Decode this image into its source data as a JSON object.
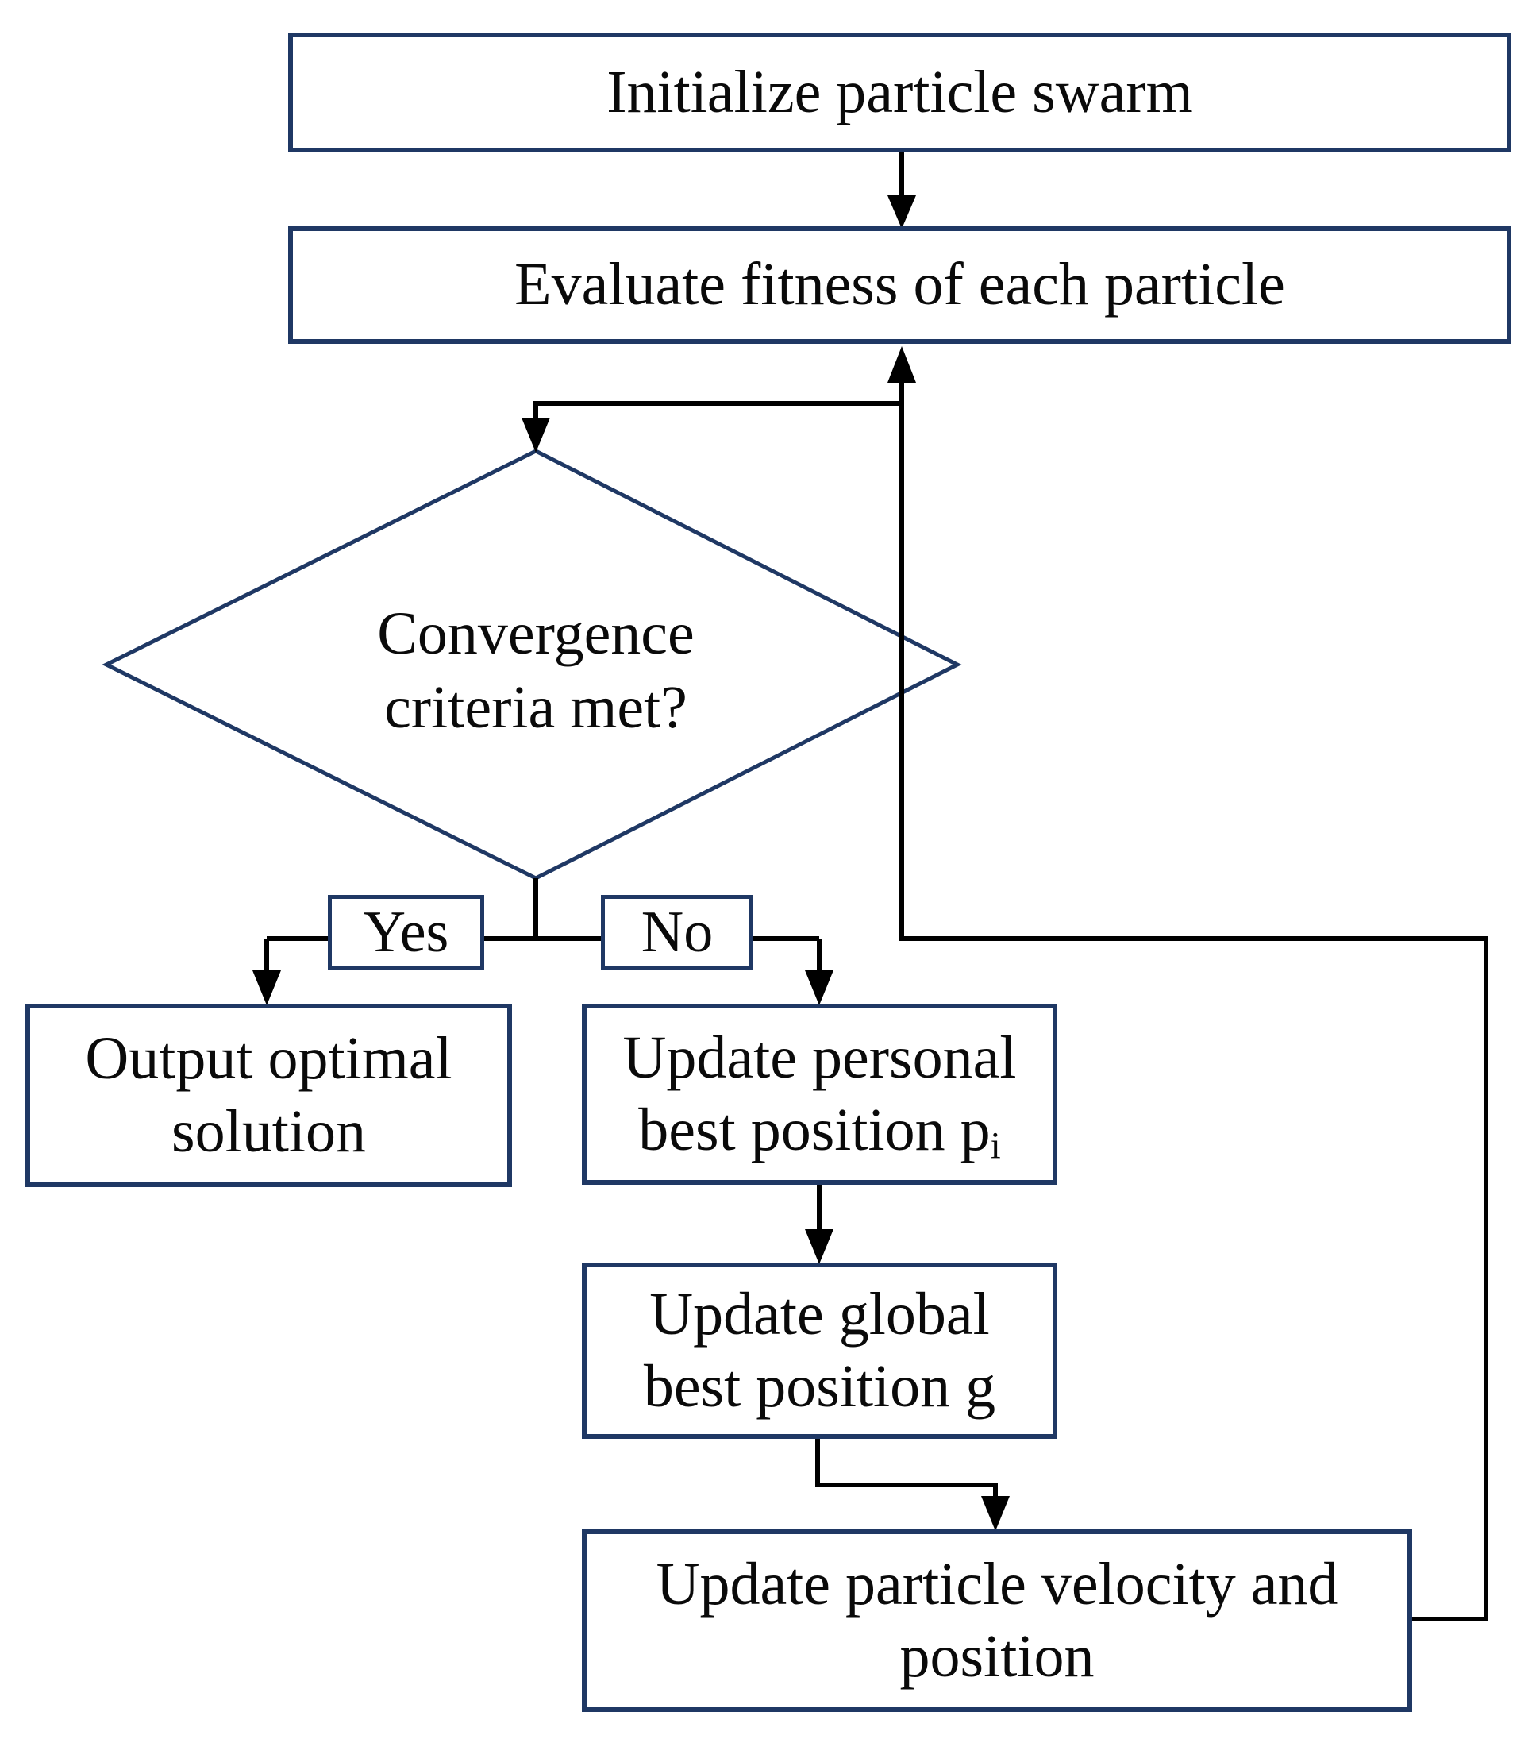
{
  "diagram": {
    "colors": {
      "node_border": "#1f3864",
      "connector": "#000000",
      "text": "#0a0a0a",
      "background": "#ffffff"
    },
    "nodes": {
      "init": {
        "label": "Initialize particle swarm"
      },
      "eval": {
        "label": "Evaluate fitness of each particle"
      },
      "decision": {
        "line1": "Convergence",
        "line2": "criteria met?"
      },
      "yes_label": "Yes",
      "no_label": "No",
      "output": {
        "line1": "Output optimal",
        "line2": "solution"
      },
      "personal": {
        "line1": "Update personal",
        "line2_text": "best position p",
        "line2_subscript": "i"
      },
      "global_best": {
        "line1": "Update global",
        "line2": "best position g"
      },
      "velocity": {
        "line1": "Update particle velocity and",
        "line2": "position"
      }
    }
  }
}
